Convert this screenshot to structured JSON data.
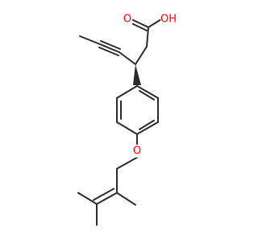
{
  "molecule": {
    "atoms": {
      "hydroxyl": {
        "label": "OH",
        "color": "#ff0000"
      },
      "carbonyl_oxygen": {
        "label": "O",
        "color": "#ff0000"
      },
      "ether_oxygen": {
        "label": "O",
        "color": "#ff0000"
      }
    },
    "bond_color": "#2b2b2b",
    "wedge_bond": "stereocenter-to-aryl"
  }
}
